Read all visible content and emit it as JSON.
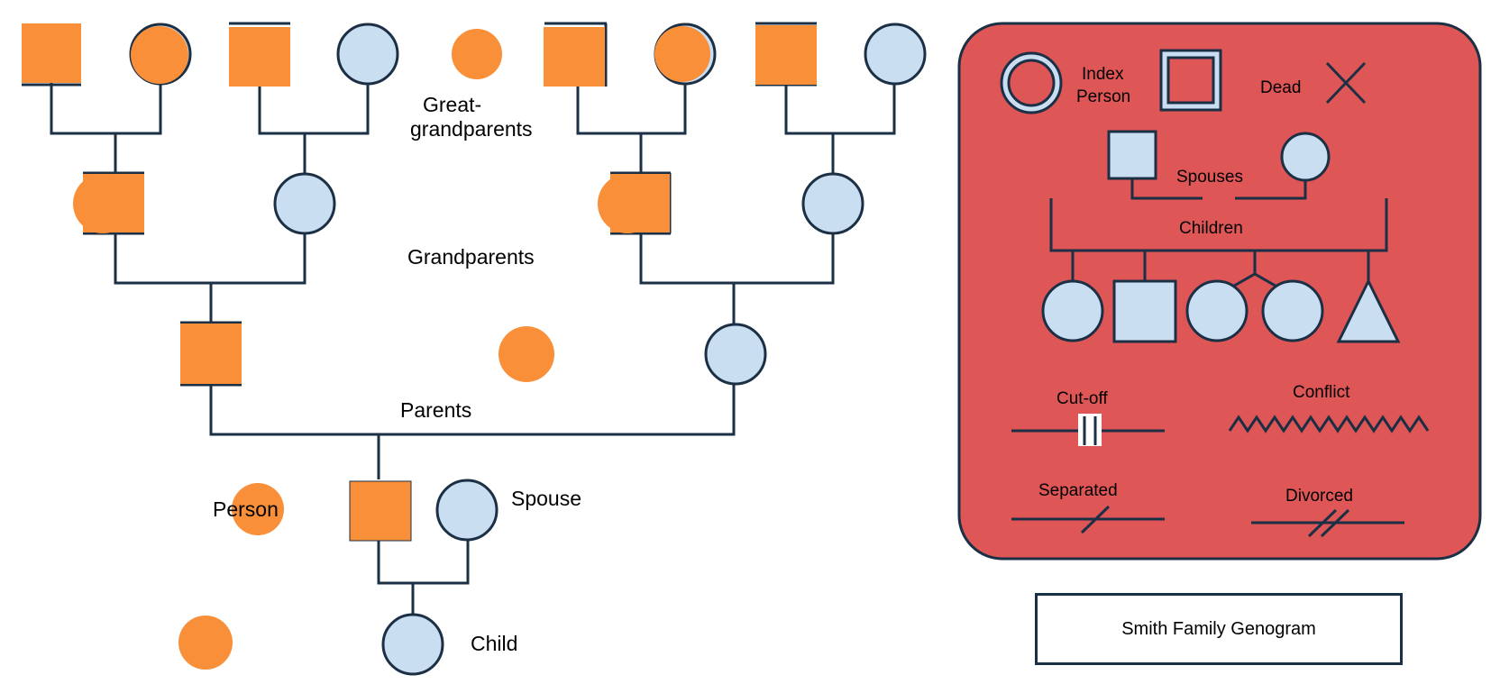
{
  "diagram": {
    "generation_labels": {
      "great_line1": "Great-",
      "great_line2": "grandparents",
      "grandparents": "Grandparents",
      "parents": "Parents",
      "person": "Person",
      "spouse": "Spouse",
      "child": "Child"
    },
    "key": {
      "index_line1": "Index",
      "index_line2": "Person",
      "dead": "Dead",
      "spouses": "Spouses",
      "children": "Children",
      "cutoff": "Cut-off",
      "conflict": "Conflict",
      "separated": "Separated",
      "divorced": "Divorced"
    },
    "title": "Smith Family Genogram",
    "colors": {
      "orange": "#f98f39",
      "blue": "#c9def0",
      "line": "#1b2f45",
      "key_background": "#df5657"
    }
  }
}
